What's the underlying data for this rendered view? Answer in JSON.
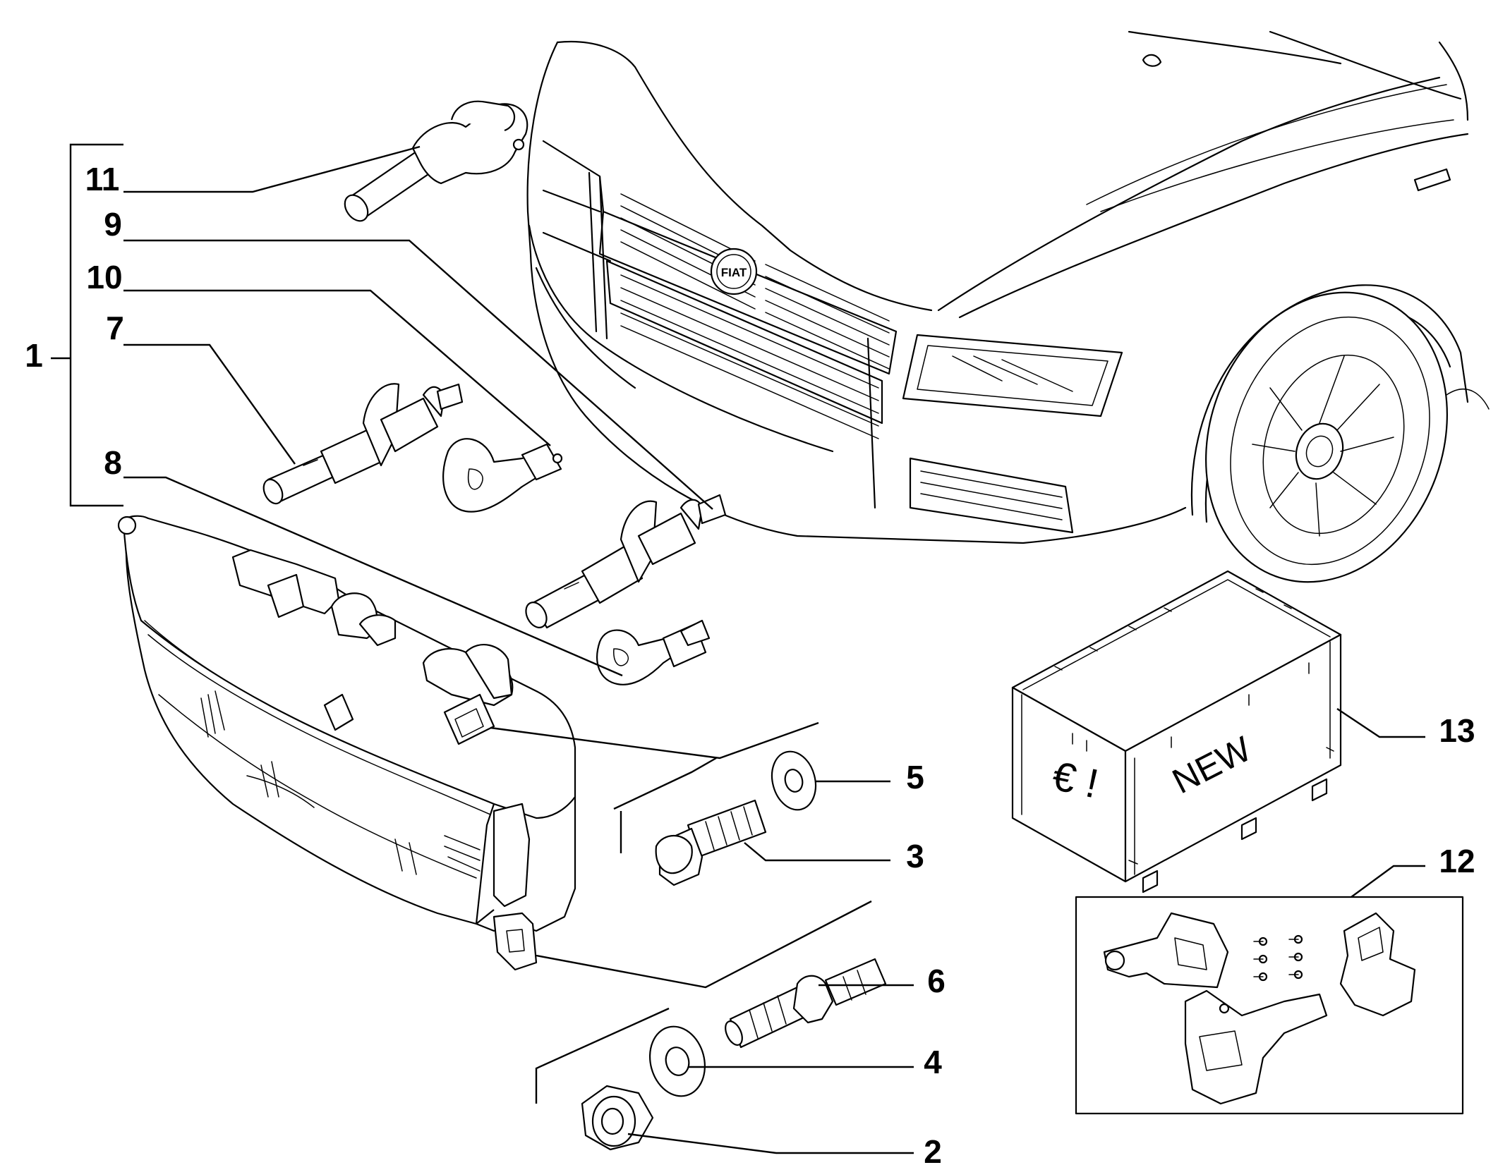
{
  "callouts": [
    {
      "id": "1",
      "label": "1"
    },
    {
      "id": "2",
      "label": "2"
    },
    {
      "id": "3",
      "label": "3"
    },
    {
      "id": "4",
      "label": "4"
    },
    {
      "id": "5",
      "label": "5"
    },
    {
      "id": "6",
      "label": "6"
    },
    {
      "id": "7",
      "label": "7"
    },
    {
      "id": "8",
      "label": "8"
    },
    {
      "id": "9",
      "label": "9"
    },
    {
      "id": "10",
      "label": "10"
    },
    {
      "id": "11",
      "label": "11"
    },
    {
      "id": "12",
      "label": "12"
    },
    {
      "id": "13",
      "label": "13"
    }
  ],
  "crate": {
    "new_text": "NEW",
    "euro_text": "€ !"
  },
  "car": {
    "badge_text": "FIAT"
  }
}
